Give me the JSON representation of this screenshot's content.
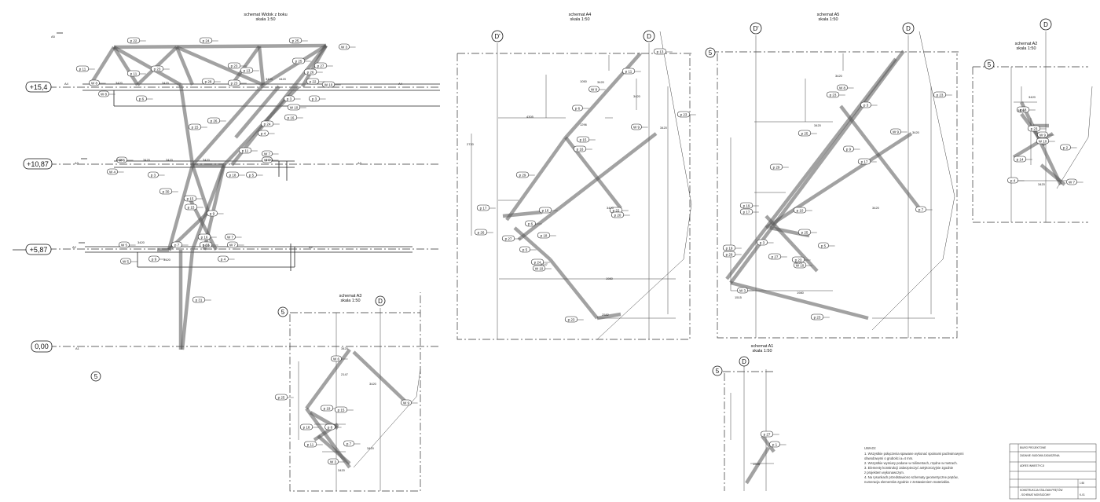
{
  "schemes": {
    "side": {
      "title": "schemat Widok z boku",
      "scale": "skala 1:50"
    },
    "a4": {
      "title": "schemat A4",
      "scale": "skala 1:50"
    },
    "a5": {
      "title": "schemat A5",
      "scale": "skala 1:50"
    },
    "a2": {
      "title": "schemat A2",
      "scale": "skala 1:50"
    },
    "a3": {
      "title": "schemat A3",
      "scale": "skala 1:50"
    },
    "a1": {
      "title": "schemat A1",
      "scale": "skala 1:50"
    }
  },
  "levels": [
    "+15,4",
    "+10,87",
    "+5,87",
    "0,00"
  ],
  "level_refs": [
    "A5",
    "A4",
    "A3",
    "A2",
    "A1"
  ],
  "axes": {
    "five": "5",
    "d": "D",
    "dprime": "D'"
  },
  "part_labels": [
    "p 1",
    "p 2",
    "p 3",
    "p 4",
    "p 5",
    "p 6",
    "p 7",
    "p 8",
    "p 9",
    "p 10",
    "p 11",
    "p 12",
    "p 13",
    "p 14",
    "p 15",
    "p 16",
    "p 17",
    "p 18",
    "p 19",
    "p 20",
    "p 21",
    "p 22",
    "p 23",
    "p 24",
    "p 25",
    "p 26",
    "p 27",
    "p 28",
    "p 29",
    "p 30",
    "p 31"
  ],
  "node_labels": [
    "W 1",
    "W 2",
    "W 3",
    "W 4",
    "W 5",
    "W 6",
    "W 7",
    "W 8",
    "W 9",
    "W 10"
  ],
  "dims": [
    "3420",
    "3420",
    "3420",
    "3420",
    "1050",
    "1296",
    "4305",
    "2720",
    "2147",
    "1980",
    "2582",
    "1515"
  ],
  "notes": {
    "heading": "UWAGI:",
    "lines": [
      "1. Wszystkie połączenia spawane wykonać spoinami pachwinowymi",
      "   obwodowymi o grubości a=4 mm.",
      "2. Wszystkie wymiary podane w milimetrach, rzędne w metrach.",
      "3. Elementy konstrukcji zabezpieczyć antykorozyjnie zgodnie",
      "   z projektem wykonawczym.",
      "4. Na rysunkach przedstawiono schematy geometryczne prętów,",
      "   numeracja elementów zgodnie z zestawieniem materiałów."
    ]
  },
  "title_block": {
    "company": "BIURO PROJEKTOWE",
    "project": "ZADANIE: BUDOWA ZADASZENIA",
    "object": "ADRES INWESTYCJI",
    "scale": "1:50",
    "drawing": "KONSTRUKCJA STALOWA PRĘTÓW",
    "subtitle": "- SCHEMAT MONTAŻOWY",
    "number": "K-01"
  }
}
